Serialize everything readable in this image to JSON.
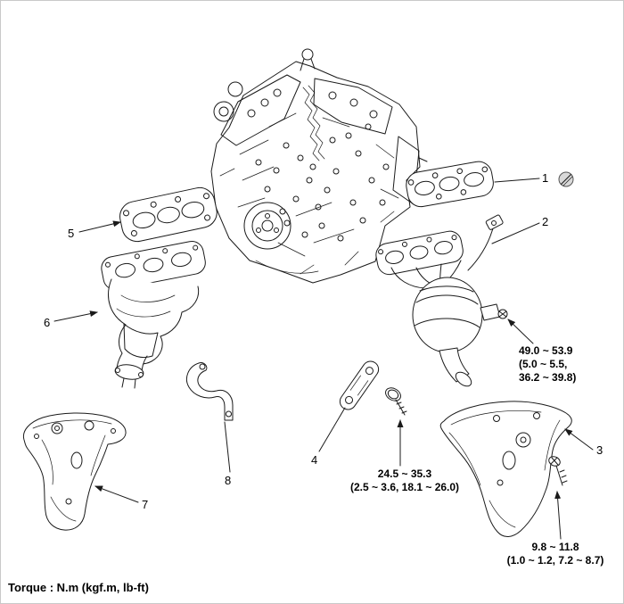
{
  "colors": {
    "line": "#1a1a1a",
    "text": "#000000"
  },
  "callouts": {
    "c1": "1",
    "c2": "2",
    "c3": "3",
    "c4": "4",
    "c5": "5",
    "c6": "6",
    "c7": "7",
    "c8": "8"
  },
  "torques": {
    "t1": {
      "l1": "49.0 ~ 53.9",
      "l2": "(5.0 ~ 5.5,",
      "l3": "36.2 ~ 39.8)"
    },
    "t2": {
      "l1": "24.5 ~ 35.3",
      "l2": "(2.5 ~ 3.6, 18.1 ~ 26.0)"
    },
    "t3": {
      "l1": "9.8 ~ 11.8",
      "l2": "(1.0 ~ 1.2, 7.2 ~ 8.7)"
    }
  },
  "footer": {
    "torque_note": "Torque : N.m (kgf.m, lb-ft)"
  },
  "icons": {
    "non_reusable_part": "⊘"
  }
}
